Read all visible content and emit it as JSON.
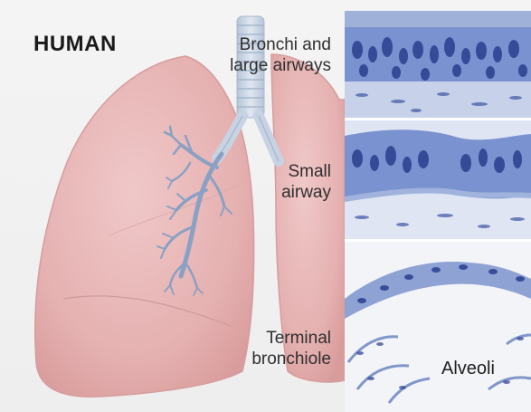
{
  "title": "HUMAN",
  "labels": {
    "bronchi_line1": "Bronchi and",
    "bronchi_line2": "large airways",
    "small_line1": "Small",
    "small_line2": "airway",
    "terminal_line1": "Terminal",
    "terminal_line2": "bronchiole",
    "alveoli": "Alveoli"
  },
  "colors": {
    "lung_fill": "#e8b9b9",
    "lung_edge": "#d79c9c",
    "trachea": "#c9d6e6",
    "bronchi_tree": "#8aa0c4",
    "stain_dark": "#2a3f8f",
    "stain_mid": "#6c86c4",
    "stain_light": "#b9c6e6"
  },
  "icons": [
    "lung-illustration",
    "histology-bronchi",
    "histology-small-airway",
    "histology-terminal-bronchiole"
  ]
}
